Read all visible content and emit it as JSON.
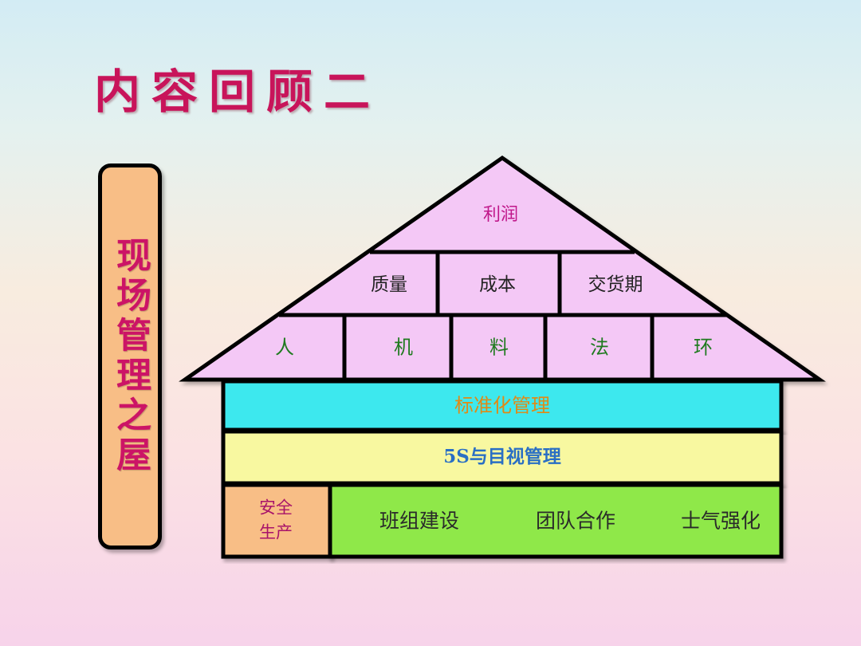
{
  "title": "内容回顾二",
  "side_label": "现场管理之屋",
  "roof": {
    "peak": "利润",
    "row2": [
      "质量",
      "成本",
      "交货期"
    ],
    "row1": [
      "人",
      "机",
      "料",
      "法",
      "环"
    ]
  },
  "floors": {
    "standard": "标准化管理",
    "five_s": "5S与目视管理"
  },
  "foundation": {
    "safety_line1": "安全",
    "safety_line2": "生产",
    "items": [
      "班组建设",
      "团队合作",
      "士气强化"
    ]
  },
  "colors": {
    "roof": "#f4c8f6",
    "standard": "#3ee8ee",
    "five_s": "#f8f8a0",
    "safety": "#f8be86",
    "base": "#8fe84a",
    "title": "#c8145a"
  }
}
